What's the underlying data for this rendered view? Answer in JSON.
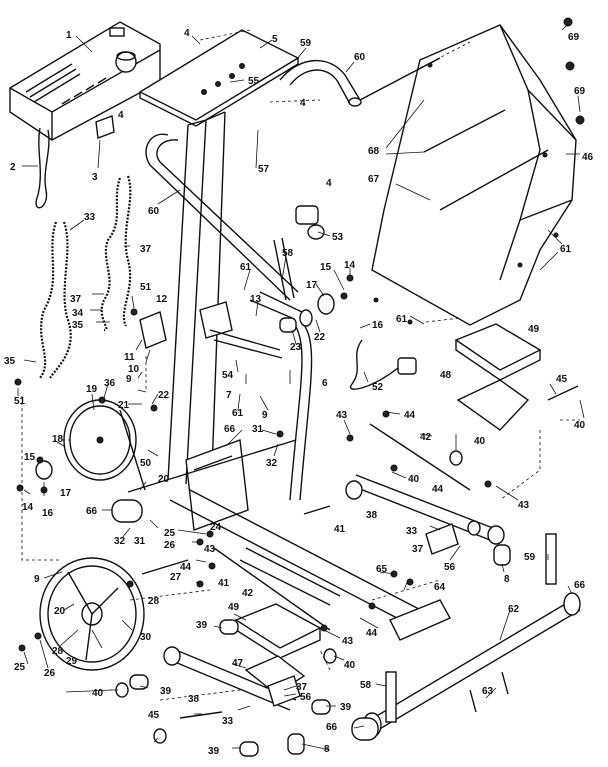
{
  "callouts": [
    {
      "id": "1",
      "label": "1"
    },
    {
      "id": "2",
      "label": "2"
    },
    {
      "id": "3",
      "label": "3"
    },
    {
      "id": "4a",
      "label": "4"
    },
    {
      "id": "4b",
      "label": "4"
    },
    {
      "id": "4c",
      "label": "4"
    },
    {
      "id": "4d",
      "label": "4"
    },
    {
      "id": "5",
      "label": "5"
    },
    {
      "id": "6",
      "label": "6"
    },
    {
      "id": "7",
      "label": "7"
    },
    {
      "id": "8a",
      "label": "8"
    },
    {
      "id": "8b",
      "label": "8"
    },
    {
      "id": "9a",
      "label": "9"
    },
    {
      "id": "9b",
      "label": "9"
    },
    {
      "id": "9c",
      "label": "9"
    },
    {
      "id": "10",
      "label": "10"
    },
    {
      "id": "11",
      "label": "11"
    },
    {
      "id": "12",
      "label": "12"
    },
    {
      "id": "13",
      "label": "13"
    },
    {
      "id": "14a",
      "label": "14"
    },
    {
      "id": "14b",
      "label": "14"
    },
    {
      "id": "15a",
      "label": "15"
    },
    {
      "id": "15b",
      "label": "15"
    },
    {
      "id": "16a",
      "label": "16"
    },
    {
      "id": "16b",
      "label": "16"
    },
    {
      "id": "17a",
      "label": "17"
    },
    {
      "id": "17b",
      "label": "17"
    },
    {
      "id": "18",
      "label": "18"
    },
    {
      "id": "19",
      "label": "19"
    },
    {
      "id": "20a",
      "label": "20"
    },
    {
      "id": "20b",
      "label": "20"
    },
    {
      "id": "21",
      "label": "21"
    },
    {
      "id": "22a",
      "label": "22"
    },
    {
      "id": "22b",
      "label": "22"
    },
    {
      "id": "23",
      "label": "23"
    },
    {
      "id": "24",
      "label": "24"
    },
    {
      "id": "25a",
      "label": "25"
    },
    {
      "id": "25b",
      "label": "25"
    },
    {
      "id": "26a",
      "label": "26"
    },
    {
      "id": "26b",
      "label": "26"
    },
    {
      "id": "27",
      "label": "27"
    },
    {
      "id": "28a",
      "label": "28"
    },
    {
      "id": "28b",
      "label": "28"
    },
    {
      "id": "29",
      "label": "29"
    },
    {
      "id": "30",
      "label": "30"
    },
    {
      "id": "31a",
      "label": "31"
    },
    {
      "id": "31b",
      "label": "31"
    },
    {
      "id": "32a",
      "label": "32"
    },
    {
      "id": "32b",
      "label": "32"
    },
    {
      "id": "33a",
      "label": "33"
    },
    {
      "id": "33b",
      "label": "33"
    },
    {
      "id": "33c",
      "label": "33"
    },
    {
      "id": "34",
      "label": "34"
    },
    {
      "id": "35a",
      "label": "35"
    },
    {
      "id": "35b",
      "label": "35"
    },
    {
      "id": "36",
      "label": "36"
    },
    {
      "id": "37a",
      "label": "37"
    },
    {
      "id": "37b",
      "label": "37"
    },
    {
      "id": "37c",
      "label": "37"
    },
    {
      "id": "37d",
      "label": "37"
    },
    {
      "id": "38a",
      "label": "38"
    },
    {
      "id": "38b",
      "label": "38"
    },
    {
      "id": "39a",
      "label": "39"
    },
    {
      "id": "39b",
      "label": "39"
    },
    {
      "id": "39c",
      "label": "39"
    },
    {
      "id": "39d",
      "label": "39"
    },
    {
      "id": "40a",
      "label": "40"
    },
    {
      "id": "40b",
      "label": "40"
    },
    {
      "id": "40c",
      "label": "40"
    },
    {
      "id": "40d",
      "label": "40"
    },
    {
      "id": "40e",
      "label": "40"
    },
    {
      "id": "41a",
      "label": "41"
    },
    {
      "id": "41b",
      "label": "41"
    },
    {
      "id": "42a",
      "label": "42"
    },
    {
      "id": "42b",
      "label": "42"
    },
    {
      "id": "43a",
      "label": "43"
    },
    {
      "id": "43b",
      "label": "43"
    },
    {
      "id": "43c",
      "label": "43"
    },
    {
      "id": "43d",
      "label": "43"
    },
    {
      "id": "44a",
      "label": "44"
    },
    {
      "id": "44b",
      "label": "44"
    },
    {
      "id": "44c",
      "label": "44"
    },
    {
      "id": "44d",
      "label": "44"
    },
    {
      "id": "45a",
      "label": "45"
    },
    {
      "id": "45b",
      "label": "45"
    },
    {
      "id": "46",
      "label": "46"
    },
    {
      "id": "47",
      "label": "47"
    },
    {
      "id": "48",
      "label": "48"
    },
    {
      "id": "49a",
      "label": "49"
    },
    {
      "id": "49b",
      "label": "49"
    },
    {
      "id": "50",
      "label": "50"
    },
    {
      "id": "51a",
      "label": "51"
    },
    {
      "id": "51b",
      "label": "51"
    },
    {
      "id": "52",
      "label": "52"
    },
    {
      "id": "53",
      "label": "53"
    },
    {
      "id": "54",
      "label": "54"
    },
    {
      "id": "55",
      "label": "55"
    },
    {
      "id": "56a",
      "label": "56"
    },
    {
      "id": "56b",
      "label": "56"
    },
    {
      "id": "57",
      "label": "57"
    },
    {
      "id": "58a",
      "label": "58"
    },
    {
      "id": "58b",
      "label": "58"
    },
    {
      "id": "59a",
      "label": "59"
    },
    {
      "id": "59b",
      "label": "59"
    },
    {
      "id": "60a",
      "label": "60"
    },
    {
      "id": "60b",
      "label": "60"
    },
    {
      "id": "61a",
      "label": "61"
    },
    {
      "id": "61b",
      "label": "61"
    },
    {
      "id": "61c",
      "label": "61"
    },
    {
      "id": "61d",
      "label": "61"
    },
    {
      "id": "62",
      "label": "62"
    },
    {
      "id": "63",
      "label": "63"
    },
    {
      "id": "64",
      "label": "64"
    },
    {
      "id": "65",
      "label": "65"
    },
    {
      "id": "66a",
      "label": "66"
    },
    {
      "id": "66b",
      "label": "66"
    },
    {
      "id": "66c",
      "label": "66"
    },
    {
      "id": "66d",
      "label": "66"
    },
    {
      "id": "67",
      "label": "67"
    },
    {
      "id": "68",
      "label": "68"
    },
    {
      "id": "69a",
      "label": "69"
    },
    {
      "id": "69b",
      "label": "69"
    }
  ]
}
